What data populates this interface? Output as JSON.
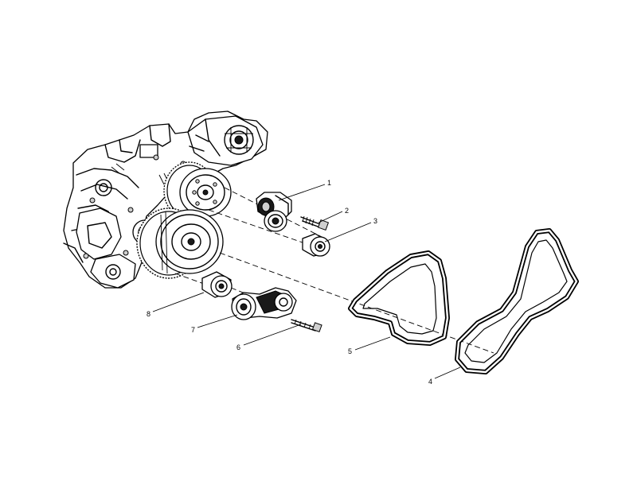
{
  "callouts": [
    {
      "id": "1",
      "part": "tensioner-upper"
    },
    {
      "id": "2",
      "part": "bolt-upper"
    },
    {
      "id": "3",
      "part": "idler-pulley-upper"
    },
    {
      "id": "4",
      "part": "belt-large"
    },
    {
      "id": "5",
      "part": "belt-small"
    },
    {
      "id": "6",
      "part": "bolt-lower"
    },
    {
      "id": "7",
      "part": "tensioner-lower"
    },
    {
      "id": "8",
      "part": "idler-pulley-lower"
    }
  ],
  "colors": {
    "ink": "#000000",
    "background": "#ffffff"
  }
}
